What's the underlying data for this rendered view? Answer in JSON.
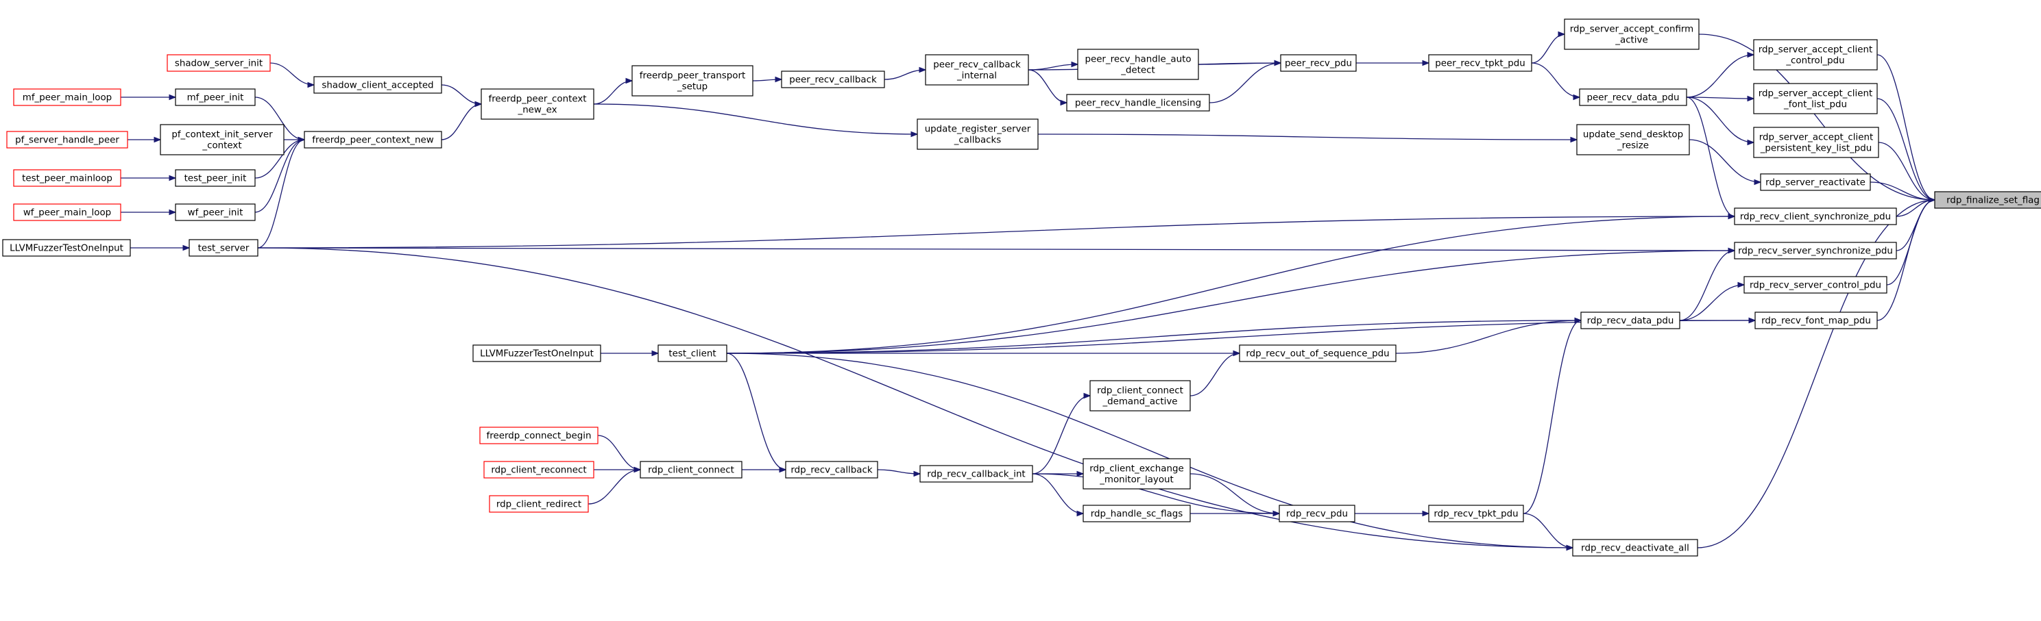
{
  "graph": {
    "focus_node": "rdp_finalize_set_flag",
    "nodes": [
      {
        "id": "rdp_finalize_set_flag",
        "lines": [
          "rdp_finalize_set_flag"
        ],
        "style": "gray"
      },
      {
        "id": "rdp_server_accept_confirm_active",
        "lines": [
          "rdp_server_accept_confirm",
          "_active"
        ],
        "style": "normal"
      },
      {
        "id": "peer_recv_tpkt_pdu",
        "lines": [
          "peer_recv_tpkt_pdu"
        ],
        "style": "normal"
      },
      {
        "id": "peer_recv_pdu",
        "lines": [
          "peer_recv_pdu"
        ],
        "style": "normal"
      },
      {
        "id": "peer_recv_callback_internal",
        "lines": [
          "peer_recv_callback",
          "_internal"
        ],
        "style": "normal"
      },
      {
        "id": "peer_recv_callback",
        "lines": [
          "peer_recv_callback"
        ],
        "style": "normal"
      },
      {
        "id": "freerdp_peer_transport_setup",
        "lines": [
          "freerdp_peer_transport",
          "_setup"
        ],
        "style": "normal"
      },
      {
        "id": "freerdp_peer_context_new_ex",
        "lines": [
          "freerdp_peer_context",
          "_new_ex"
        ],
        "style": "normal"
      },
      {
        "id": "shadow_client_accepted",
        "lines": [
          "shadow_client_accepted"
        ],
        "style": "normal"
      },
      {
        "id": "shadow_server_init",
        "lines": [
          "shadow_server_init"
        ],
        "style": "red"
      },
      {
        "id": "freerdp_peer_context_new",
        "lines": [
          "freerdp_peer_context_new"
        ],
        "style": "normal"
      },
      {
        "id": "mf_peer_init",
        "lines": [
          "mf_peer_init"
        ],
        "style": "normal"
      },
      {
        "id": "mf_peer_main_loop",
        "lines": [
          "mf_peer_main_loop"
        ],
        "style": "red"
      },
      {
        "id": "pf_context_init_server_context",
        "lines": [
          "pf_context_init_server",
          "_context"
        ],
        "style": "normal"
      },
      {
        "id": "pf_server_handle_peer",
        "lines": [
          "pf_server_handle_peer"
        ],
        "style": "red"
      },
      {
        "id": "test_peer_init",
        "lines": [
          "test_peer_init"
        ],
        "style": "normal"
      },
      {
        "id": "test_peer_mainloop",
        "lines": [
          "test_peer_mainloop"
        ],
        "style": "red"
      },
      {
        "id": "wf_peer_init",
        "lines": [
          "wf_peer_init"
        ],
        "style": "normal"
      },
      {
        "id": "wf_peer_main_loop",
        "lines": [
          "wf_peer_main_loop"
        ],
        "style": "red"
      },
      {
        "id": "test_server",
        "lines": [
          "test_server"
        ],
        "style": "normal"
      },
      {
        "id": "llvm_fuzzer_server",
        "lines": [
          "LLVMFuzzerTestOneInput"
        ],
        "style": "normal"
      },
      {
        "id": "peer_recv_handle_auto_detect",
        "lines": [
          "peer_recv_handle_auto",
          "_detect"
        ],
        "style": "normal"
      },
      {
        "id": "peer_recv_handle_licensing",
        "lines": [
          "peer_recv_handle_licensing"
        ],
        "style": "normal"
      },
      {
        "id": "update_register_server_callbacks",
        "lines": [
          "update_register_server",
          "_callbacks"
        ],
        "style": "normal"
      },
      {
        "id": "peer_recv_data_pdu",
        "lines": [
          "peer_recv_data_pdu"
        ],
        "style": "normal"
      },
      {
        "id": "update_send_desktop_resize",
        "lines": [
          "update_send_desktop",
          "_resize"
        ],
        "style": "normal"
      },
      {
        "id": "rdp_server_accept_client_control_pdu",
        "lines": [
          "rdp_server_accept_client",
          "_control_pdu"
        ],
        "style": "normal"
      },
      {
        "id": "rdp_server_accept_client_font_list_pdu",
        "lines": [
          "rdp_server_accept_client",
          "_font_list_pdu"
        ],
        "style": "normal"
      },
      {
        "id": "rdp_server_accept_client_persistent_key_list_pdu",
        "lines": [
          "rdp_server_accept_client",
          "_persistent_key_list_pdu"
        ],
        "style": "normal"
      },
      {
        "id": "rdp_server_reactivate",
        "lines": [
          "rdp_server_reactivate"
        ],
        "style": "normal"
      },
      {
        "id": "rdp_recv_client_synchronize_pdu",
        "lines": [
          "rdp_recv_client_synchronize_pdu"
        ],
        "style": "normal"
      },
      {
        "id": "rdp_recv_server_synchronize_pdu",
        "lines": [
          "rdp_recv_server_synchronize_pdu"
        ],
        "style": "normal"
      },
      {
        "id": "rdp_recv_server_control_pdu",
        "lines": [
          "rdp_recv_server_control_pdu"
        ],
        "style": "normal"
      },
      {
        "id": "rdp_recv_data_pdu",
        "lines": [
          "rdp_recv_data_pdu"
        ],
        "style": "normal"
      },
      {
        "id": "rdp_recv_font_map_pdu",
        "lines": [
          "rdp_recv_font_map_pdu"
        ],
        "style": "normal"
      },
      {
        "id": "rdp_recv_out_of_sequence_pdu",
        "lines": [
          "rdp_recv_out_of_sequence_pdu"
        ],
        "style": "normal"
      },
      {
        "id": "test_client",
        "lines": [
          "test_client"
        ],
        "style": "normal"
      },
      {
        "id": "llvm_fuzzer_client",
        "lines": [
          "LLVMFuzzerTestOneInput"
        ],
        "style": "normal"
      },
      {
        "id": "rdp_client_connect_demand_active",
        "lines": [
          "rdp_client_connect",
          "_demand_active"
        ],
        "style": "normal"
      },
      {
        "id": "freerdp_connect_begin",
        "lines": [
          "freerdp_connect_begin"
        ],
        "style": "red"
      },
      {
        "id": "rdp_client_reconnect",
        "lines": [
          "rdp_client_reconnect"
        ],
        "style": "red"
      },
      {
        "id": "rdp_client_redirect",
        "lines": [
          "rdp_client_redirect"
        ],
        "style": "red"
      },
      {
        "id": "rdp_client_connect",
        "lines": [
          "rdp_client_connect"
        ],
        "style": "normal"
      },
      {
        "id": "rdp_recv_callback",
        "lines": [
          "rdp_recv_callback"
        ],
        "style": "normal"
      },
      {
        "id": "rdp_recv_callback_int",
        "lines": [
          "rdp_recv_callback_int"
        ],
        "style": "normal"
      },
      {
        "id": "rdp_client_exchange_monitor_layout",
        "lines": [
          "rdp_client_exchange",
          "_monitor_layout"
        ],
        "style": "normal"
      },
      {
        "id": "rdp_handle_sc_flags",
        "lines": [
          "rdp_handle_sc_flags"
        ],
        "style": "normal"
      },
      {
        "id": "rdp_recv_pdu",
        "lines": [
          "rdp_recv_pdu"
        ],
        "style": "normal"
      },
      {
        "id": "rdp_recv_tpkt_pdu",
        "lines": [
          "rdp_recv_tpkt_pdu"
        ],
        "style": "normal"
      },
      {
        "id": "rdp_recv_deactivate_all",
        "lines": [
          "rdp_recv_deactivate_all"
        ],
        "style": "normal"
      }
    ],
    "edges": [
      {
        "from": "rdp_server_accept_confirm_active",
        "to": "rdp_finalize_set_flag"
      },
      {
        "from": "rdp_server_accept_client_control_pdu",
        "to": "rdp_finalize_set_flag"
      },
      {
        "from": "rdp_server_accept_client_font_list_pdu",
        "to": "rdp_finalize_set_flag"
      },
      {
        "from": "rdp_server_accept_client_persistent_key_list_pdu",
        "to": "rdp_finalize_set_flag"
      },
      {
        "from": "rdp_server_reactivate",
        "to": "rdp_finalize_set_flag"
      },
      {
        "from": "rdp_recv_client_synchronize_pdu",
        "to": "rdp_finalize_set_flag"
      },
      {
        "from": "rdp_recv_server_synchronize_pdu",
        "to": "rdp_finalize_set_flag"
      },
      {
        "from": "rdp_recv_server_control_pdu",
        "to": "rdp_finalize_set_flag"
      },
      {
        "from": "rdp_recv_font_map_pdu",
        "to": "rdp_finalize_set_flag"
      },
      {
        "from": "rdp_recv_deactivate_all",
        "to": "rdp_finalize_set_flag"
      },
      {
        "from": "peer_recv_tpkt_pdu",
        "to": "rdp_server_accept_confirm_active"
      },
      {
        "from": "peer_recv_pdu",
        "to": "peer_recv_tpkt_pdu"
      },
      {
        "from": "peer_recv_callback_internal",
        "to": "peer_recv_pdu"
      },
      {
        "from": "peer_recv_handle_auto_detect",
        "to": "peer_recv_pdu"
      },
      {
        "from": "peer_recv_handle_licensing",
        "to": "peer_recv_pdu"
      },
      {
        "from": "peer_recv_callback_internal",
        "to": "peer_recv_handle_auto_detect"
      },
      {
        "from": "peer_recv_callback_internal",
        "to": "peer_recv_handle_licensing"
      },
      {
        "from": "peer_recv_callback",
        "to": "peer_recv_callback_internal"
      },
      {
        "from": "freerdp_peer_transport_setup",
        "to": "peer_recv_callback"
      },
      {
        "from": "freerdp_peer_context_new_ex",
        "to": "freerdp_peer_transport_setup"
      },
      {
        "from": "freerdp_peer_context_new_ex",
        "to": "update_register_server_callbacks"
      },
      {
        "from": "shadow_client_accepted",
        "to": "freerdp_peer_context_new_ex"
      },
      {
        "from": "freerdp_peer_context_new",
        "to": "freerdp_peer_context_new_ex"
      },
      {
        "from": "shadow_server_init",
        "to": "shadow_client_accepted"
      },
      {
        "from": "mf_peer_init",
        "to": "freerdp_peer_context_new"
      },
      {
        "from": "pf_context_init_server_context",
        "to": "freerdp_peer_context_new"
      },
      {
        "from": "test_peer_init",
        "to": "freerdp_peer_context_new"
      },
      {
        "from": "wf_peer_init",
        "to": "freerdp_peer_context_new"
      },
      {
        "from": "test_server",
        "to": "freerdp_peer_context_new"
      },
      {
        "from": "mf_peer_main_loop",
        "to": "mf_peer_init"
      },
      {
        "from": "pf_server_handle_peer",
        "to": "pf_context_init_server_context"
      },
      {
        "from": "test_peer_mainloop",
        "to": "test_peer_init"
      },
      {
        "from": "wf_peer_main_loop",
        "to": "wf_peer_init"
      },
      {
        "from": "llvm_fuzzer_server",
        "to": "test_server"
      },
      {
        "from": "peer_recv_tpkt_pdu",
        "to": "peer_recv_data_pdu"
      },
      {
        "from": "update_register_server_callbacks",
        "to": "update_send_desktop_resize"
      },
      {
        "from": "peer_recv_data_pdu",
        "to": "rdp_server_accept_client_control_pdu"
      },
      {
        "from": "peer_recv_data_pdu",
        "to": "rdp_server_accept_client_font_list_pdu"
      },
      {
        "from": "peer_recv_data_pdu",
        "to": "rdp_server_accept_client_persistent_key_list_pdu"
      },
      {
        "from": "peer_recv_data_pdu",
        "to": "rdp_recv_client_synchronize_pdu"
      },
      {
        "from": "update_send_desktop_resize",
        "to": "rdp_server_reactivate"
      },
      {
        "from": "test_server",
        "to": "rdp_recv_client_synchronize_pdu"
      },
      {
        "from": "test_client",
        "to": "rdp_recv_client_synchronize_pdu"
      },
      {
        "from": "test_server",
        "to": "rdp_recv_server_synchronize_pdu"
      },
      {
        "from": "test_client",
        "to": "rdp_recv_server_synchronize_pdu"
      },
      {
        "from": "rdp_recv_data_pdu",
        "to": "rdp_recv_server_synchronize_pdu"
      },
      {
        "from": "rdp_recv_data_pdu",
        "to": "rdp_recv_server_control_pdu"
      },
      {
        "from": "rdp_recv_data_pdu",
        "to": "rdp_recv_font_map_pdu"
      },
      {
        "from": "test_client",
        "to": "rdp_recv_data_pdu"
      },
      {
        "from": "test_client",
        "to": "rdp_recv_font_map_pdu"
      },
      {
        "from": "rdp_recv_out_of_sequence_pdu",
        "to": "rdp_recv_data_pdu"
      },
      {
        "from": "rdp_recv_tpkt_pdu",
        "to": "rdp_recv_data_pdu"
      },
      {
        "from": "test_client",
        "to": "rdp_recv_out_of_sequence_pdu"
      },
      {
        "from": "rdp_client_connect_demand_active",
        "to": "rdp_recv_out_of_sequence_pdu"
      },
      {
        "from": "llvm_fuzzer_client",
        "to": "test_client"
      },
      {
        "from": "rdp_recv_callback_int",
        "to": "rdp_client_connect_demand_active"
      },
      {
        "from": "freerdp_connect_begin",
        "to": "rdp_client_connect"
      },
      {
        "from": "rdp_client_reconnect",
        "to": "rdp_client_connect"
      },
      {
        "from": "rdp_client_redirect",
        "to": "rdp_client_connect"
      },
      {
        "from": "rdp_client_connect",
        "to": "rdp_recv_callback"
      },
      {
        "from": "test_client",
        "to": "rdp_recv_callback"
      },
      {
        "from": "rdp_recv_callback",
        "to": "rdp_recv_callback_int"
      },
      {
        "from": "rdp_recv_callback_int",
        "to": "rdp_client_exchange_monitor_layout"
      },
      {
        "from": "rdp_recv_callback_int",
        "to": "rdp_handle_sc_flags"
      },
      {
        "from": "rdp_client_exchange_monitor_layout",
        "to": "rdp_recv_pdu"
      },
      {
        "from": "rdp_handle_sc_flags",
        "to": "rdp_recv_pdu"
      },
      {
        "from": "rdp_recv_callback_int",
        "to": "rdp_recv_pdu"
      },
      {
        "from": "rdp_recv_pdu",
        "to": "rdp_recv_tpkt_pdu"
      },
      {
        "from": "rdp_recv_tpkt_pdu",
        "to": "rdp_recv_deactivate_all"
      },
      {
        "from": "test_client",
        "to": "rdp_recv_deactivate_all"
      },
      {
        "from": "test_server",
        "to": "rdp_recv_deactivate_all"
      }
    ]
  }
}
